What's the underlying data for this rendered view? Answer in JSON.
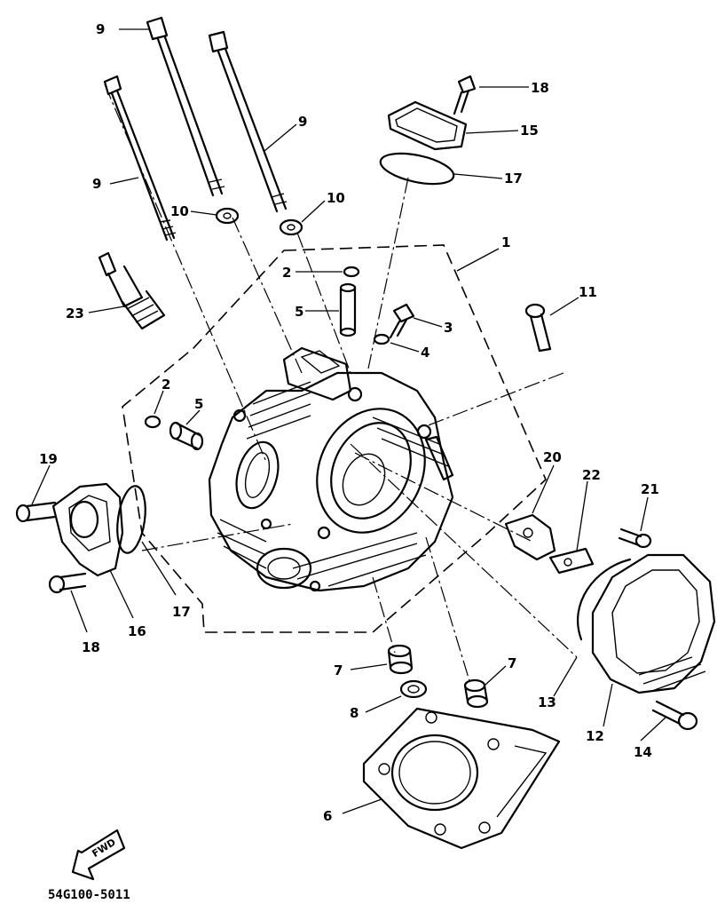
{
  "callouts": [
    {
      "id": "c9a",
      "text": "9"
    },
    {
      "id": "c9b",
      "text": "9"
    },
    {
      "id": "c9c",
      "text": "9"
    },
    {
      "id": "c18a",
      "text": "18"
    },
    {
      "id": "c15",
      "text": "15"
    },
    {
      "id": "c17a",
      "text": "17"
    },
    {
      "id": "c10a",
      "text": "10"
    },
    {
      "id": "c10b",
      "text": "10"
    },
    {
      "id": "c1",
      "text": "1"
    },
    {
      "id": "c2a",
      "text": "2"
    },
    {
      "id": "c11",
      "text": "11"
    },
    {
      "id": "c5a",
      "text": "5"
    },
    {
      "id": "c3",
      "text": "3"
    },
    {
      "id": "c23",
      "text": "23"
    },
    {
      "id": "c4",
      "text": "4"
    },
    {
      "id": "c2b",
      "text": "2"
    },
    {
      "id": "c5b",
      "text": "5"
    },
    {
      "id": "c20",
      "text": "20"
    },
    {
      "id": "c22",
      "text": "22"
    },
    {
      "id": "c19",
      "text": "19"
    },
    {
      "id": "c21",
      "text": "21"
    },
    {
      "id": "c16",
      "text": "16"
    },
    {
      "id": "c17b",
      "text": "17"
    },
    {
      "id": "c18b",
      "text": "18"
    },
    {
      "id": "c7a",
      "text": "7"
    },
    {
      "id": "c7b",
      "text": "7"
    },
    {
      "id": "c8",
      "text": "8"
    },
    {
      "id": "c13",
      "text": "13"
    },
    {
      "id": "c12",
      "text": "12"
    },
    {
      "id": "c14",
      "text": "14"
    },
    {
      "id": "c6",
      "text": "6"
    }
  ],
  "fwd_label": "FWD",
  "drawing_code": "54G100-5011"
}
